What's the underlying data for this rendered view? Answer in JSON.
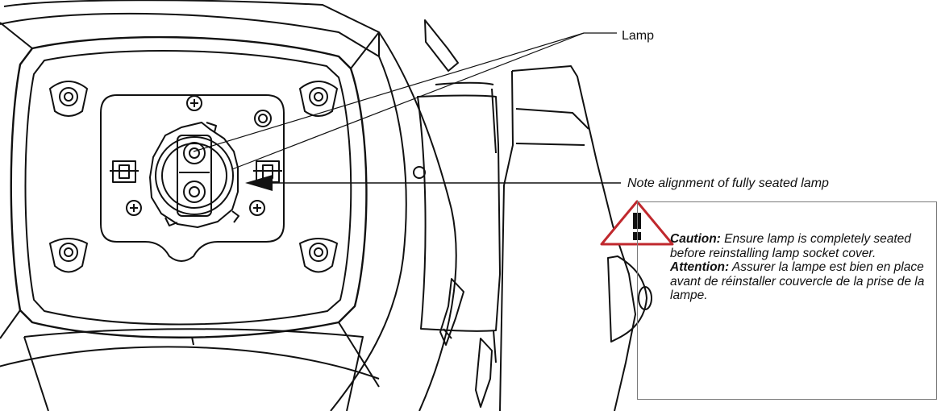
{
  "callouts": {
    "lamp": "Lamp",
    "note": "Note alignment of fully seated lamp"
  },
  "caution": {
    "caution_heading": "Caution:",
    "caution_text": " Ensure lamp is completely seated before reinstalling lamp socket cover.",
    "attention_heading": "Attention:",
    "attention_text": " Assurer la lampe est bien en place avant de réinstaller couvercle de la prise de la lampe."
  },
  "colors": {
    "line": "#111111",
    "warning_triangle": "#c0282d"
  },
  "icons": [
    "warning-triangle-icon",
    "screw-icon"
  ]
}
